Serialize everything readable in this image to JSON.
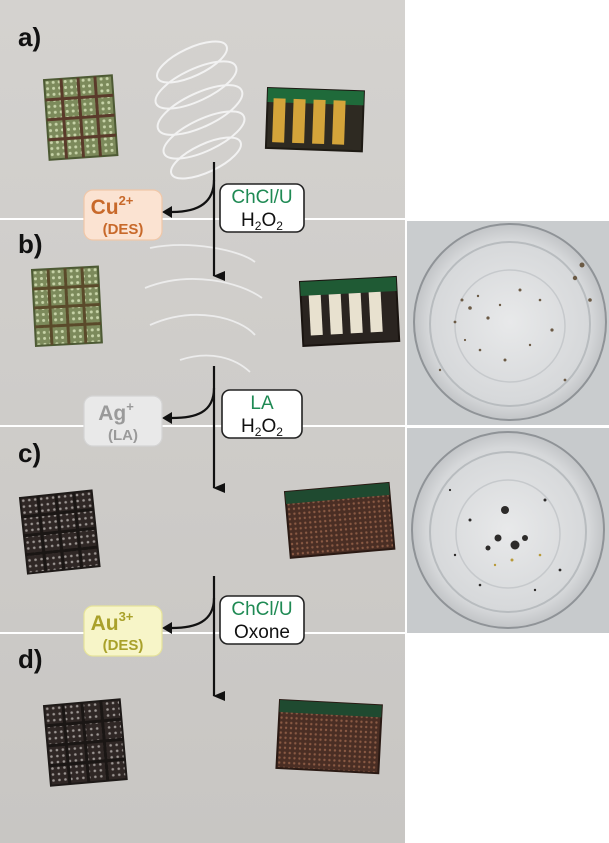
{
  "panels": [
    {
      "label": "a)"
    },
    {
      "label": "b)"
    },
    {
      "label": "c)"
    },
    {
      "label": "d)"
    }
  ],
  "steps": [
    {
      "reagent_top": "ChCl/U",
      "reagent_bottom_main": "H",
      "reagent_bottom_sub": "2",
      "reagent_bottom_main2": "O",
      "reagent_bottom_sub2": "2",
      "ion_symbol": "Cu",
      "ion_charge": "2+",
      "ion_medium": "(DES)",
      "ion_color": "#c8692a",
      "ion_fill": "#fbe3d2"
    },
    {
      "reagent_top": "LA",
      "reagent_bottom_main": "H",
      "reagent_bottom_sub": "2",
      "reagent_bottom_main2": "O",
      "reagent_bottom_sub2": "2",
      "ion_symbol": "Ag",
      "ion_charge": "+",
      "ion_medium": "(LA)",
      "ion_color": "#9a9a9a",
      "ion_fill": "#e9e9e9"
    },
    {
      "reagent_top": "ChCl/U",
      "reagent_bottom_main": "Oxone",
      "ion_symbol": "Au",
      "ion_charge": "3+",
      "ion_medium": "(DES)",
      "ion_color": "#a9a12a",
      "ion_fill": "#f7f5c8"
    }
  ],
  "colors": {
    "reagent_green": "#1f8a54",
    "background_gray": "#cfcdca",
    "grid_green": "#6f7d4f",
    "pcb_dark": "#3a2a22",
    "copper": "#8a4a2e",
    "gold": "#c89a3a"
  }
}
